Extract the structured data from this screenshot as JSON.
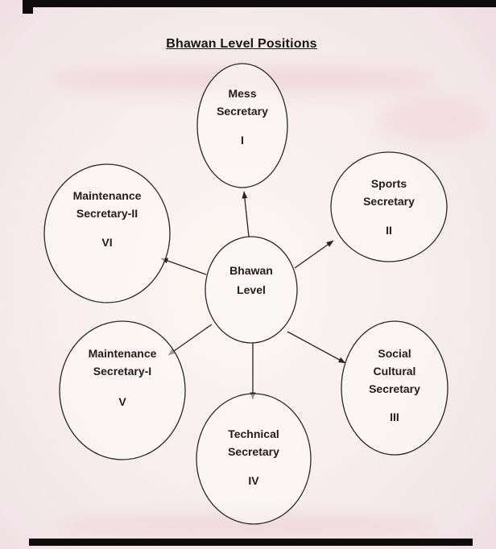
{
  "title": "Bhawan Level Positions",
  "center": {
    "lines": [
      "Bhawan",
      "Level"
    ]
  },
  "nodes": [
    {
      "id": "mess-secretary",
      "lines": [
        "Mess",
        "Secretary"
      ],
      "numeral": "I"
    },
    {
      "id": "sports-secretary",
      "lines": [
        "Sports",
        "Secretary"
      ],
      "numeral": "II"
    },
    {
      "id": "social-cultural-secretary",
      "lines": [
        "Social",
        "Cultural",
        "Secretary"
      ],
      "numeral": "III"
    },
    {
      "id": "technical-secretary",
      "lines": [
        "Technical",
        "Secretary"
      ],
      "numeral": "IV"
    },
    {
      "id": "maintenance-secretary-1",
      "lines": [
        "Maintenance",
        "Secretary-I"
      ],
      "numeral": "V"
    },
    {
      "id": "maintenance-secretary-2",
      "lines": [
        "Maintenance",
        "Secretary-II"
      ],
      "numeral": "VI"
    }
  ]
}
